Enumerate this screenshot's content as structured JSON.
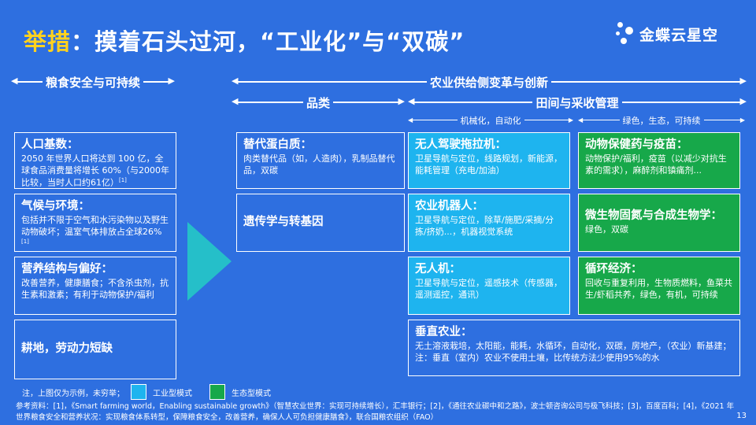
{
  "title": {
    "highlight": "举措",
    "rest": "：摸着石头过河，“工业化”与“双碳”"
  },
  "logo": {
    "text": "金蝶云星空",
    "icon": "kingdee-dots-logo"
  },
  "sections": {
    "left": "粮食安全与可持续",
    "right": "农业供给侧变革与创新",
    "products": "品类",
    "field": "田间与采收管理",
    "mech": "机械化，自动化",
    "green": "绿色，生态，可持续"
  },
  "left_boxes": [
    {
      "title": "人口基数：",
      "body": "2050 年世界人口将达到 100 亿，全球食品消费量将增长 60%（与2000年比较，当时人口约61亿）",
      "ref": "[1]"
    },
    {
      "title": "气候与环境：",
      "body": "包括并不限于空气和水污染物以及野生动物破坏；温室气体排放占全球26%",
      "ref": "[1]"
    },
    {
      "title": "营养结构与偏好：",
      "body": "改善营养，健康膳食；不含杀虫剂，抗生素和激素；有利于动物保护/福利"
    },
    {
      "title": "耕地，劳动力短缺"
    }
  ],
  "mid_boxes": [
    {
      "title": "替代蛋白质：",
      "body": "肉类替代品（如，人造肉），乳制品替代品，双碳"
    },
    {
      "title": "遗传学与转基因"
    }
  ],
  "cyan_boxes": [
    {
      "title": "无人驾驶拖拉机：",
      "body": "卫星导航与定位，线路规划，新能源，能耗管理（充电/加油）"
    },
    {
      "title": "农业机器人：",
      "body": "卫星导航与定位，除草/施肥/采摘/分拣/挤奶...，机器视觉系统"
    },
    {
      "title": "无人机：",
      "body": "卫星导航与定位，遥感技术（传感器，遥测遥控，通讯）"
    }
  ],
  "green_boxes": [
    {
      "title": "动物保健药与疫苗：",
      "body": "动物保护/福利，疫苗（以减少对抗生素的需求），麻醉剂和镇痛剂..."
    },
    {
      "title": "微生物固氮与合成生物学：",
      "body": "绿色，双碳"
    },
    {
      "title": "循环经济：",
      "body": "回收与重复利用，生物质燃料，鱼菜共生/虾稻共养，绿色，有机，可持续"
    }
  ],
  "vertical_box": {
    "title": "垂直农业：",
    "body": "无土溶液栽培，太阳能，能耗，水循环，自动化，双碳，房地产，（农业）新基建；注：垂直（室内）农业不使用土壤，比传统方法少使用95%的水"
  },
  "legend": {
    "note": "注，上图仅为示例，未穷举；",
    "industrial": "工业型模式",
    "ecological": "生态型模式",
    "colors": {
      "industrial": "#1EB4EF",
      "ecological": "#17A84A",
      "background": "#2E6FE0"
    }
  },
  "references": "参考资料：[1]，《Smart farming world，Enabling sustainable growth》（智慧农业世界：实现可持续增长），汇丰银行；[2]，《通往农业碳中和之路》，波士顿咨询公司与极飞科技；[3]，百度百科；[4]，《2021 年世界粮食安全和营养状况：实现粮食体系转型，保障粮食安全，改善营养，确保人人可负担健康膳食》，联合国粮农组织（FAO）",
  "page_number": "13"
}
